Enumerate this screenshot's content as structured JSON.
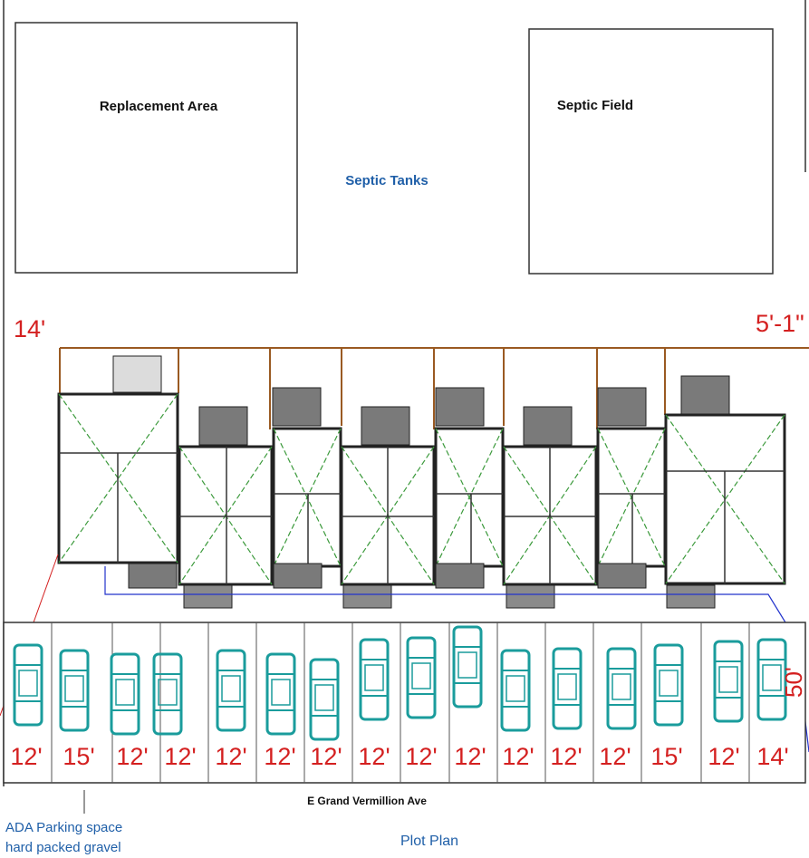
{
  "labels": {
    "replacement_area": "Replacement Area",
    "septic_field": "Septic Field",
    "septic_tanks": "Septic Tanks",
    "street": "E Grand Vermillion Ave",
    "ada_line1": "ADA Parking space",
    "ada_line2": "hard packed gravel",
    "title": "Plot Plan"
  },
  "dimensions": {
    "left_setback": "14'",
    "right_setback": "5'-1\"",
    "right_edge": "50'"
  },
  "parking_widths": [
    "12'",
    "15'",
    "12'",
    "12'",
    "12'",
    "12'",
    "12'",
    "12'",
    "12'",
    "12'",
    "12'",
    "12'",
    "12'",
    "15'",
    "12'",
    "14'"
  ],
  "colors": {
    "dimension_red": "#d42020",
    "car_teal": "#1a9c9c",
    "annotation_blue": "#1f5fa8",
    "fence_brown": "#9a5a22",
    "roof_green": "#3c9a3c",
    "utility_blue": "#2233cc"
  }
}
